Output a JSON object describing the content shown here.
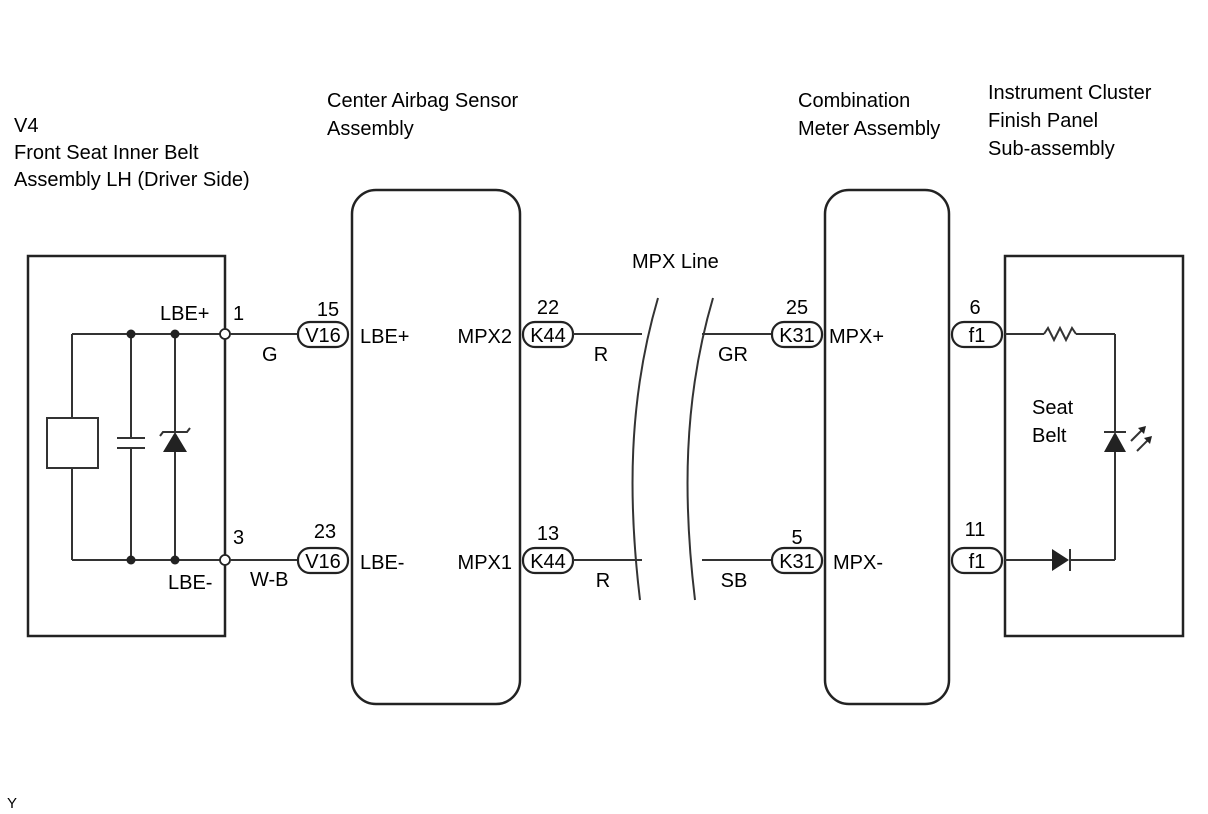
{
  "components": {
    "seat_belt": {
      "code": "V4",
      "name_line1": "Front Seat Inner Belt",
      "name_line2": "Assembly LH (Driver Side)",
      "pin_top_label": "LBE+",
      "pin_top_num": "1",
      "pin_bottom_label": "LBE-",
      "pin_bottom_num": "3"
    },
    "airbag_sensor": {
      "name_line1": "Center Airbag Sensor",
      "name_line2": "Assembly",
      "left_top_label": "LBE+",
      "left_bottom_label": "LBE-",
      "right_top_label": "MPX2",
      "right_bottom_label": "MPX1"
    },
    "combination_meter": {
      "name_line1": "Combination",
      "name_line2": "Meter Assembly",
      "top_label": "MPX+",
      "bottom_label": "MPX-"
    },
    "instrument_panel": {
      "name_line1": "Instrument Cluster",
      "name_line2": "Finish Panel",
      "name_line3": "Sub-assembly",
      "indicator_line1": "Seat",
      "indicator_line2": "Belt"
    }
  },
  "connectors": {
    "v16_top": {
      "code": "V16",
      "pin": "15"
    },
    "v16_bottom": {
      "code": "V16",
      "pin": "23"
    },
    "k44_top": {
      "code": "K44",
      "pin": "22"
    },
    "k44_bottom": {
      "code": "K44",
      "pin": "13"
    },
    "k31_top": {
      "code": "K31",
      "pin": "25"
    },
    "k31_bottom": {
      "code": "K31",
      "pin": "5"
    },
    "f1_top": {
      "code": "f1",
      "pin": "6"
    },
    "f1_bottom": {
      "code": "f1",
      "pin": "11"
    }
  },
  "wires": {
    "lbe_plus": "G",
    "lbe_minus": "W-B",
    "mpx2": "R",
    "mpx1": "R",
    "mpx_plus": "GR",
    "mpx_minus": "SB"
  },
  "mpx_line_label": "MPX Line",
  "footer_code": "Y"
}
